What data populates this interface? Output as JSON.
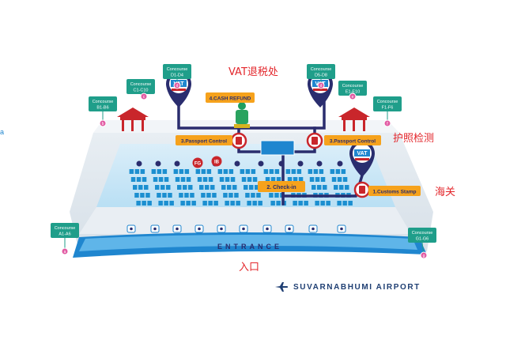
{
  "annotations": {
    "vat": "VAT退税处",
    "passport": "护照检测",
    "customs": "海关",
    "entrance": "入口"
  },
  "concourses": [
    {
      "label": "Concourse",
      "code": "D1-D4",
      "pin": "d"
    },
    {
      "label": "Concourse",
      "code": "C1-C10",
      "pin": "c"
    },
    {
      "label": "Concourse",
      "code": "B1-B6",
      "pin": "b"
    },
    {
      "label": "Concourse",
      "code": "A1-A6",
      "pin": "a"
    },
    {
      "label": "Concourse",
      "code": "D5-D8",
      "pin": "d"
    },
    {
      "label": "Concourse",
      "code": "E1-E10",
      "pin": "e"
    },
    {
      "label": "Concourse",
      "code": "F1-F6",
      "pin": "f"
    },
    {
      "label": "Concourse",
      "code": "G1-G6",
      "pin": "g"
    }
  ],
  "stations": {
    "cash_refund": "4.CASH REFUND",
    "passport_left": "3.Passport Control",
    "passport_right": "3.Passport Control",
    "check_in": "2. Check-in",
    "customs_stamp": "1.Customs Stamp",
    "vat_badge": "VAT",
    "entrance_sign": "ENTRANCE"
  },
  "markers": {
    "fg": "FG",
    "ib": "IB",
    "a": "a"
  },
  "brand": {
    "name": "SUVARNABHUMI AIRPORT"
  },
  "colors": {
    "navy": "#2a2d6e",
    "water": "#cfe9f8",
    "hall": "#bfe4f7",
    "seat": "#1c8fd0",
    "orange": "#f6a21c",
    "red": "#c9262b",
    "callout": "#1f9e8a"
  }
}
